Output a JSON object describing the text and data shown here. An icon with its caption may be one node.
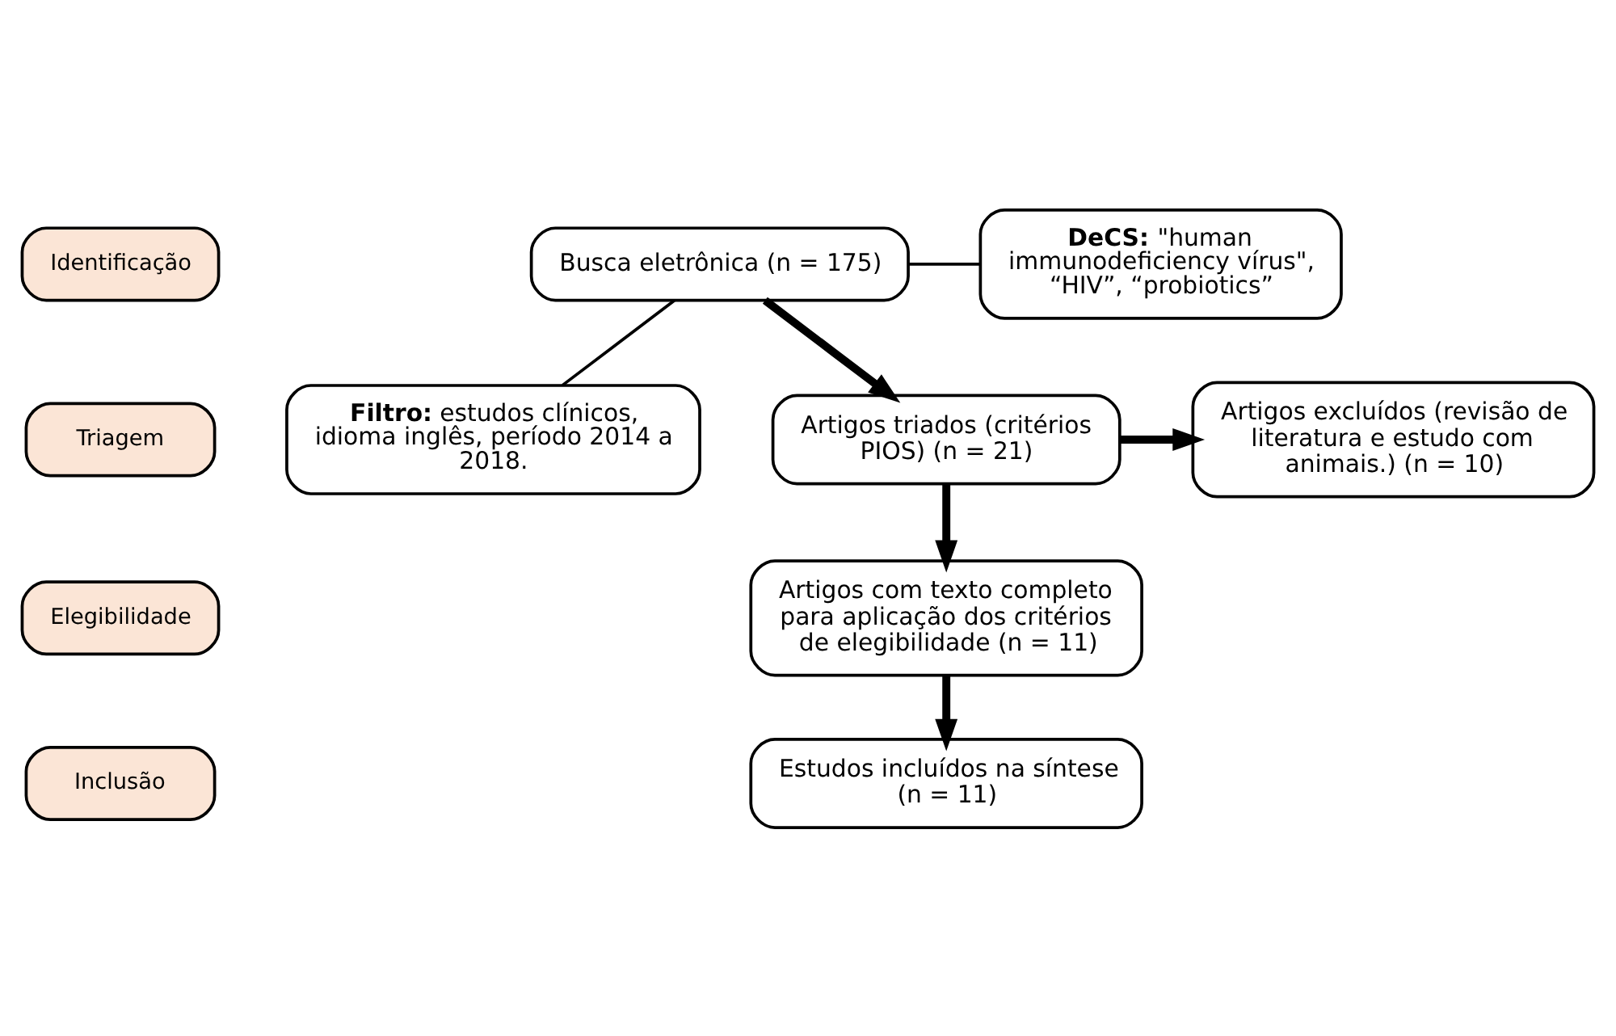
{
  "diagram": {
    "nodes": [
      {
        "text": [
          "Identificação"
        ]
      },
      {
        "text": [
          "Triagem"
        ]
      },
      {
        "text": [
          "Elegibilidade"
        ]
      },
      {
        "text": [
          "Inclusão"
        ]
      },
      {
        "text": [
          "Busca eletrônica (n = 175)"
        ]
      },
      {
        "text": [
          "**DeCS:** \"human immunodeficiency vírus\", “HIV”, “probiotics”"
        ]
      },
      {
        "text": [
          "**Filtro:** estudos clínicos, idioma inglês, período 2014 a 2018."
        ]
      },
      {
        "text": [
          "Artigos triados (critérios PIOS) (n = 21)"
        ]
      },
      {
        "text": [
          "Artigos excluídos (revisão de literatura e estudo com animais.) (n = 10)"
        ]
      },
      {
        "text": [
          "Artigos com texto completo para aplicação dos critérios de elegibilidade (n = 11)"
        ]
      },
      {
        "text": [
          "Estudos incluídos na síntese (n = 11)"
        ]
      }
    ],
    "edges": [
      {
        "from": 4,
        "to": 5,
        "arrow": "none"
      },
      {
        "from": 4,
        "to": 6,
        "arrow": "none"
      },
      {
        "from": 4,
        "to": 7,
        "arrow": "to"
      },
      {
        "from": 7,
        "to": 8,
        "arrow": "to"
      },
      {
        "from": 7,
        "to": 9,
        "arrow": "to"
      },
      {
        "from": 9,
        "to": 10,
        "arrow": "to"
      }
    ]
  }
}
